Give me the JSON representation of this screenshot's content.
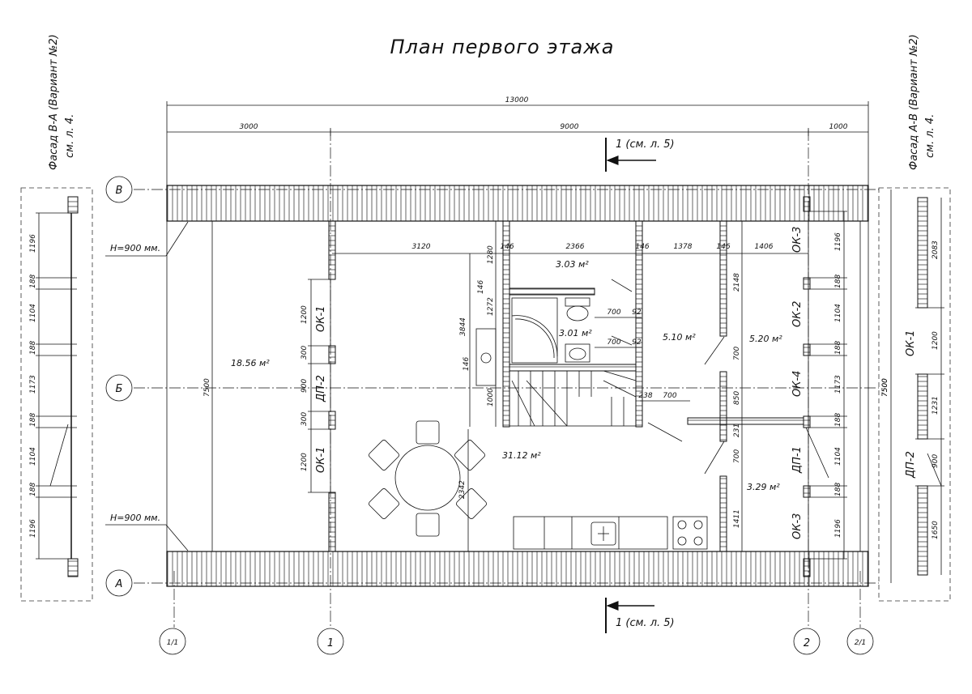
{
  "title": "План первого этажа",
  "side_left": {
    "line1": "Фасад В-А (Вариант №2)",
    "line2": "см. л. 4."
  },
  "side_right": {
    "line1": "Фасад А-В (Вариант №2)",
    "line2": "см. л. 4."
  },
  "axes": {
    "v": "В",
    "b": "Б",
    "a": "А",
    "c11": "1/1",
    "c1": "1",
    "c2": "2",
    "c21": "2/1"
  },
  "section": {
    "top": "1 (см. л. 5)",
    "bottom": "1 (см. л. 5)"
  },
  "height_notes": {
    "top": "Н=900 мм.",
    "bottom": "Н=900 мм."
  },
  "dims": {
    "total": "13000",
    "d3000": "3000",
    "d9000": "9000",
    "d1000": "1000",
    "v3120": "3120",
    "v146a": "146",
    "v2366": "2366",
    "v146b": "146",
    "v1378": "1378",
    "v146c": "146",
    "v1406": "1406",
    "v1280": "1280",
    "v146d": "146",
    "v1272": "1272",
    "v3844": "3844",
    "v146e": "146",
    "v1000": "1000",
    "v700a": "700",
    "v92a": "92",
    "v700b": "700",
    "v92b": "92",
    "v238": "238",
    "v700c": "700",
    "v2148": "2148",
    "v700d": "700",
    "v850": "850",
    "v231": "231",
    "v700e": "700",
    "v1411": "1411",
    "v2342": "2342",
    "v7500l": "7500",
    "v7500r": "7500",
    "l1200a": "1200",
    "l300a": "300",
    "l900": "900",
    "l300b": "300",
    "l1200b": "1200",
    "r1196a": "1196",
    "r188a": "188",
    "r1104a": "1104",
    "r188b": "188",
    "r1173": "1173",
    "r188c": "188",
    "r1104b": "1104",
    "r188d": "188",
    "r1196b": "1196",
    "fl1196a": "1196",
    "fl188a": "188",
    "fl1104a": "1104",
    "fl188b": "188",
    "fl1173": "1173",
    "fl188c": "188",
    "fl1104b": "1104",
    "fl188d": "188",
    "fl1196b": "1196",
    "fr2083": "2083",
    "fr1200": "1200",
    "fr1231": "1231",
    "fr900": "900",
    "fr1650": "1650",
    "fr7500": "7500"
  },
  "openings": {
    "ok1a": "ОК-1",
    "dp2": "ДП-2",
    "ok1b": "ОК-1",
    "ok3a": "ОК-3",
    "ok2": "ОК-2",
    "ok4": "ОК-4",
    "dp1": "ДП-1",
    "ok3b": "ОК-3",
    "f_ok1": "ОК-1",
    "f_dp2": "ДП-2"
  },
  "areas": {
    "a1856": "18.56 м²",
    "a303": "3.03 м²",
    "a301": "3.01 м²",
    "a510": "5.10 м²",
    "a520": "5.20 м²",
    "a3112": "31.12 м²",
    "a329": "3.29 м²"
  }
}
